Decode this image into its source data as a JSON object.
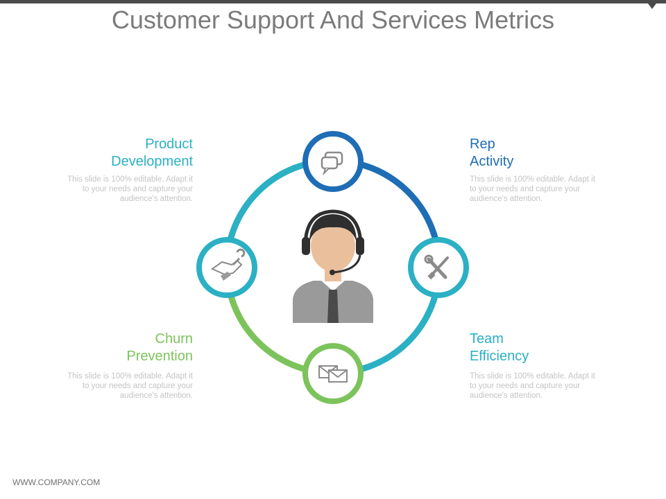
{
  "slide": {
    "title": "Customer Support And Services Metrics",
    "footer": "WWW.COMPANY.COM"
  },
  "items": [
    {
      "line1": "Product",
      "line2": "Development",
      "desc": "This slide is 100% editable. Adapt it to your needs and capture your audience's attention.",
      "color": "#2bb0c4"
    },
    {
      "line1": "Rep",
      "line2": "Activity",
      "desc": "This slide is 100% editable. Adapt it to your needs and capture your audience's attention.",
      "color": "#1e6db5"
    },
    {
      "line1": "Churn",
      "line2": "Prevention",
      "desc": "This slide is 100% editable. Adapt it to your needs and capture your audience's attention.",
      "color": "#7cc35b"
    },
    {
      "line1": "Team",
      "line2": "Efficiency",
      "desc": "This slide is 100% editable. Adapt it to your needs and capture your audience's attention.",
      "color": "#2bb0c4"
    }
  ],
  "icons": [
    "chat-bubbles-icon",
    "handshake-wrench-icon",
    "tools-icon",
    "envelopes-icon",
    "support-agent-icon"
  ],
  "colors": {
    "blue": "#1e6db5",
    "teal": "#2bb0c4",
    "green": "#7cc35b",
    "title": "#7b7b7b"
  }
}
